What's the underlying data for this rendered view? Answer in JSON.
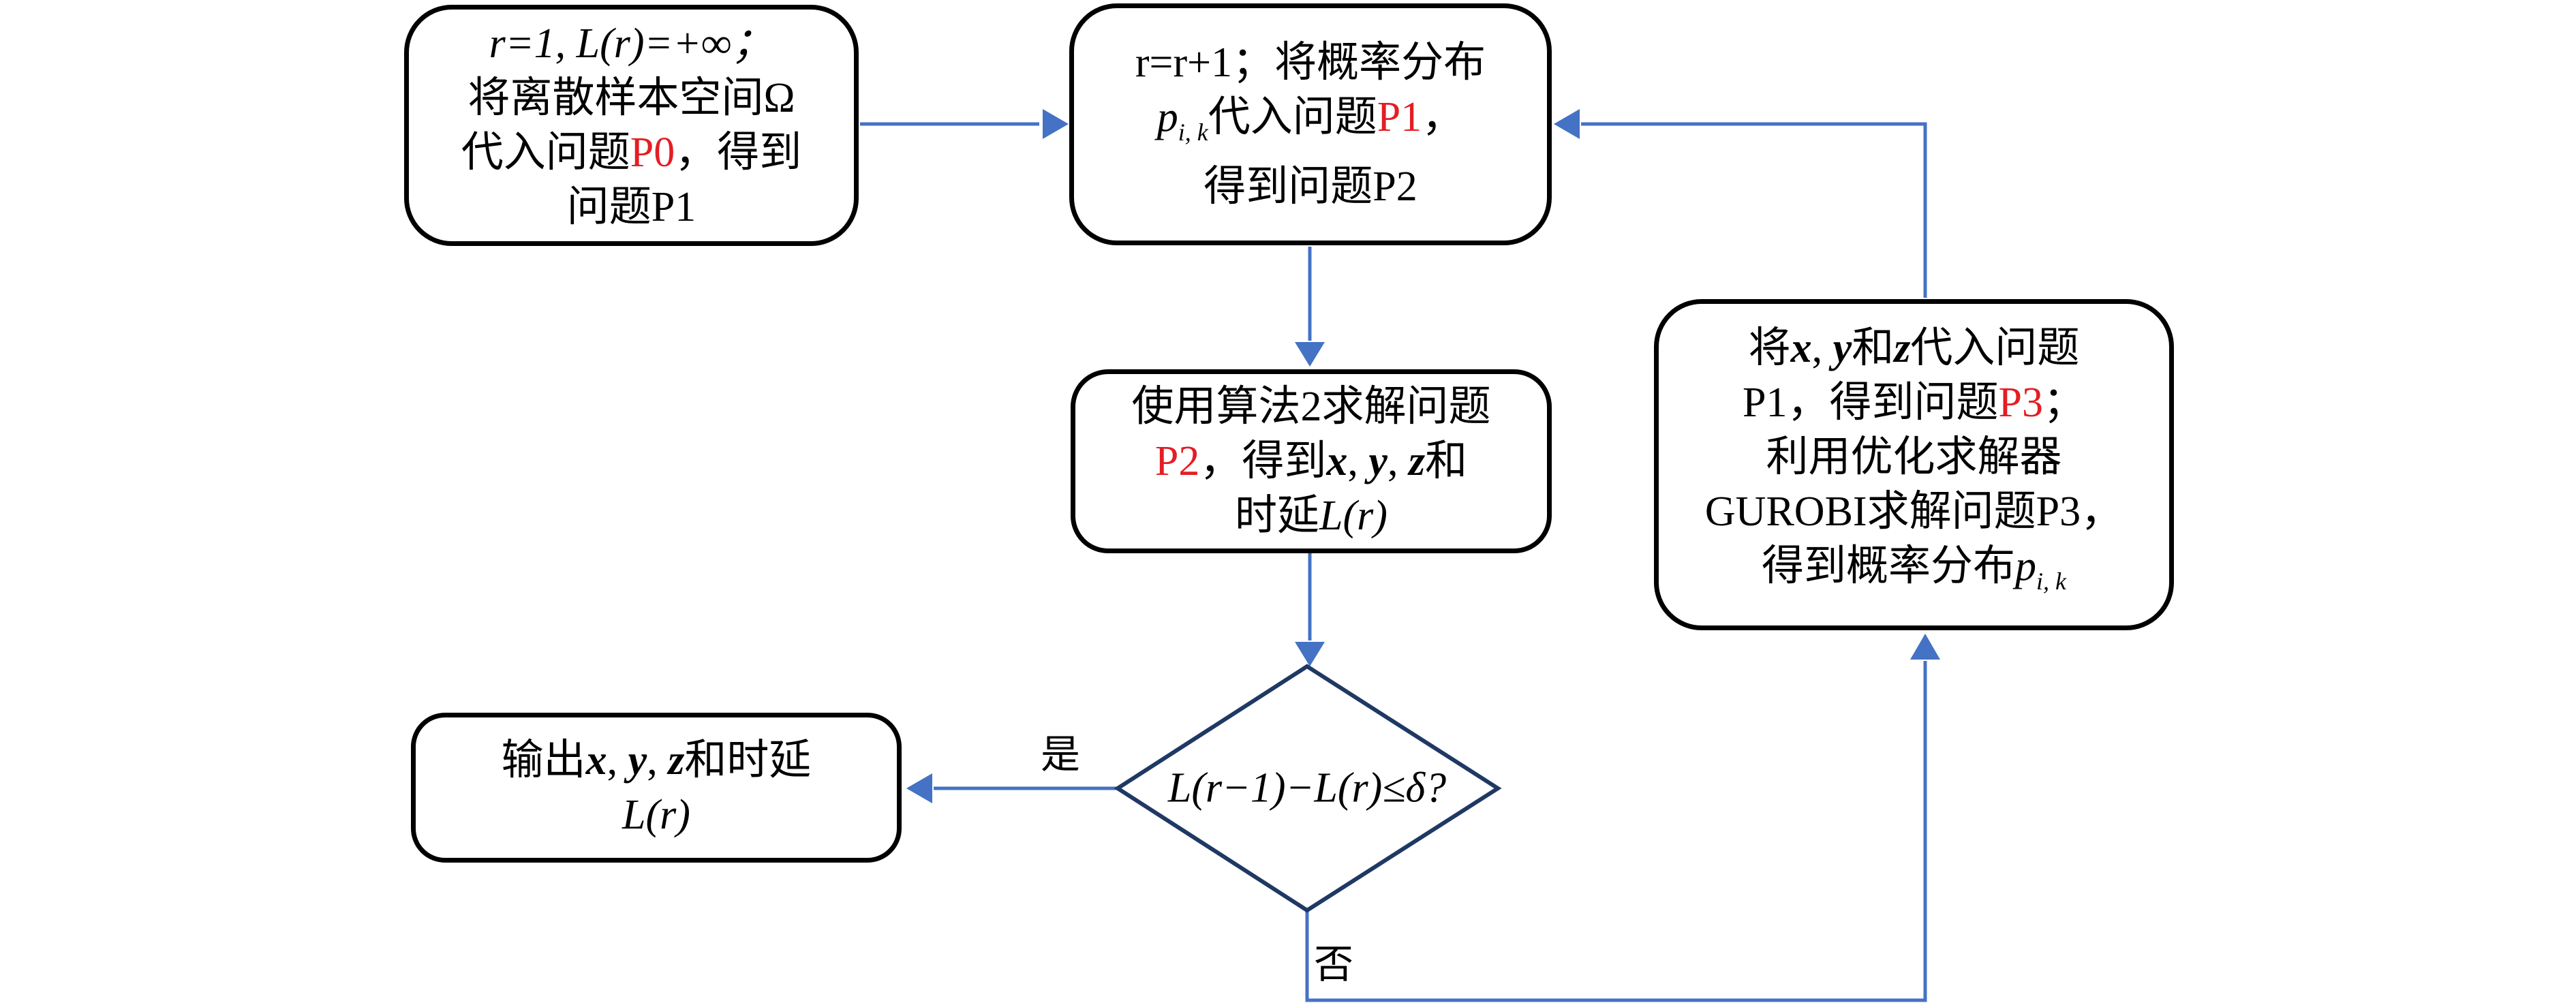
{
  "colors": {
    "arrow": "#4472C4",
    "diamond_border": "#1F3864",
    "highlight": "#E31E24",
    "box_border": "#000000"
  },
  "nodes": {
    "init": {
      "line1": "r=1, L(r)=+∞；",
      "line2": "将离散样本空间Ω",
      "line3_a": "代入问题",
      "line3_red": "P0",
      "line3_b": "，得到",
      "line4": "问题P1"
    },
    "update": {
      "line1": "r=r+1；将概率分布",
      "line2_var": "p",
      "line2_sub": "i, k",
      "line2_a": "代入问题",
      "line2_red": "P1",
      "line2_b": "，",
      "line3": "得到问题P2"
    },
    "solve": {
      "line1": "使用算法2求解问题",
      "line2_red": "P2",
      "line2_a": "，得到",
      "line2_x": "x",
      "line2_sep1": ", ",
      "line2_y": "y",
      "line2_sep2": ", ",
      "line2_z": "z",
      "line2_b": "和",
      "line3_a": "时延",
      "line3_m": "L(r)"
    },
    "gurobi": {
      "line1_a": "将",
      "line1_x": "x",
      "line1_sep": ", ",
      "line1_y": "y",
      "line1_and": "和",
      "line1_z": "z",
      "line1_b": "代入问题",
      "line2_a": "P1，得到问题",
      "line2_red": "P3",
      "line2_b": "；",
      "line3": "利用优化求解器",
      "line4": "GUROBI求解问题P3，",
      "line5_a": "得到概率分布",
      "line5_var": "p",
      "line5_sub": "i, k"
    },
    "output": {
      "line1_a": "输出",
      "line1_x": "x",
      "line1_sep1": ", ",
      "line1_y": "y",
      "line1_sep2": ", ",
      "line1_z": "z",
      "line1_b": "和时延",
      "line2": "L(r)"
    },
    "decision": {
      "text": "L(r−1)−L(r)≤δ?"
    }
  },
  "edges": {
    "yes_label": "是",
    "no_label": "否"
  }
}
